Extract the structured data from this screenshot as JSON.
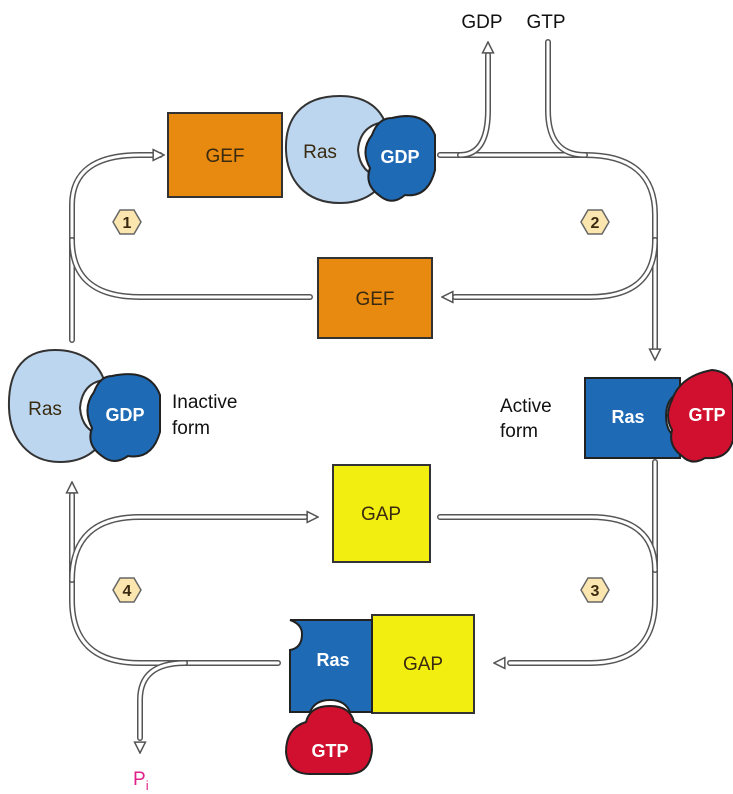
{
  "colors": {
    "gef": "#e88a10",
    "gap": "#f2ee10",
    "ras_inactive": "#bcd6ef",
    "ras_active": "#1f6ab5",
    "gdp": "#1f6ab5",
    "gtp": "#d0102e",
    "step_badge": "#fbe6b0",
    "pi": "#e0208a",
    "arrow": "#555555"
  },
  "labels": {
    "gef": "GEF",
    "gap": "GAP",
    "ras": "Ras",
    "gdp": "GDP",
    "gtp": "GTP",
    "pi_main": "P",
    "pi_sub": "i",
    "inactive_line1": "Inactive",
    "inactive_line2": "form",
    "active_line1": "Active",
    "active_line2": "form",
    "top_gdp": "GDP",
    "top_gtp": "GTP"
  },
  "steps": [
    "1",
    "2",
    "3",
    "4"
  ]
}
